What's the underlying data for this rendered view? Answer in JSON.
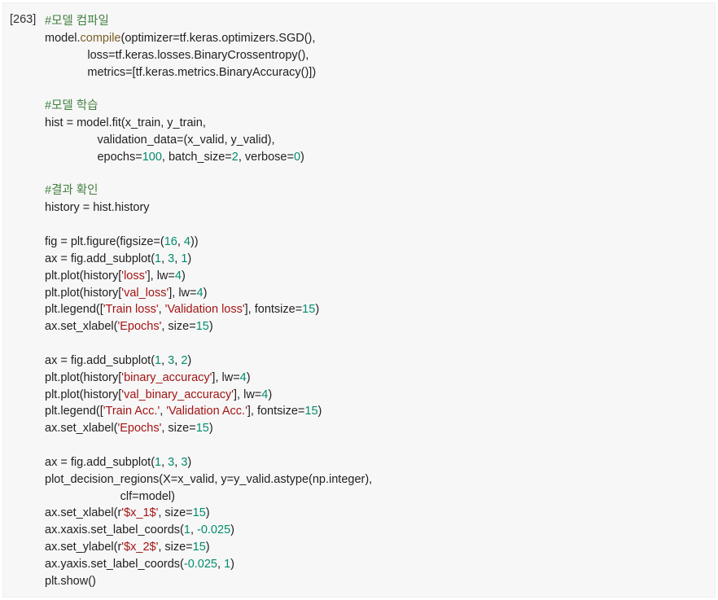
{
  "cell": {
    "prompt": "[263]",
    "lines": [
      [
        {
          "t": "#모델 컴파일",
          "k": "c"
        }
      ],
      [
        {
          "t": "model."
        },
        {
          "t": "compile",
          "k": "f"
        },
        {
          "t": "(optimizer=tf.keras.optimizers.SGD(),"
        }
      ],
      [
        {
          "t": "             loss=tf.keras.losses.BinaryCrossentropy(),"
        }
      ],
      [
        {
          "t": "             metrics=[tf.keras.metrics.BinaryAccuracy()])"
        }
      ],
      [],
      [
        {
          "t": "#모델 학습",
          "k": "c"
        }
      ],
      [
        {
          "t": "hist = model.fit(x_train, y_train,"
        }
      ],
      [
        {
          "t": "                validation_data=(x_valid, y_valid),"
        }
      ],
      [
        {
          "t": "                epochs="
        },
        {
          "t": "100",
          "k": "n"
        },
        {
          "t": ", batch_size="
        },
        {
          "t": "2",
          "k": "n"
        },
        {
          "t": ", verbose="
        },
        {
          "t": "0",
          "k": "n"
        },
        {
          "t": ")"
        }
      ],
      [],
      [
        {
          "t": "#결과 확인",
          "k": "c"
        }
      ],
      [
        {
          "t": "history = hist.history"
        }
      ],
      [],
      [
        {
          "t": "fig = plt.figure(figsize=("
        },
        {
          "t": "16",
          "k": "n"
        },
        {
          "t": ", "
        },
        {
          "t": "4",
          "k": "n"
        },
        {
          "t": "))"
        }
      ],
      [
        {
          "t": "ax = fig.add_subplot("
        },
        {
          "t": "1",
          "k": "n"
        },
        {
          "t": ", "
        },
        {
          "t": "3",
          "k": "n"
        },
        {
          "t": ", "
        },
        {
          "t": "1",
          "k": "n"
        },
        {
          "t": ")"
        }
      ],
      [
        {
          "t": "plt.plot(history["
        },
        {
          "t": "'loss'",
          "k": "s"
        },
        {
          "t": "], lw="
        },
        {
          "t": "4",
          "k": "n"
        },
        {
          "t": ")"
        }
      ],
      [
        {
          "t": "plt.plot(history["
        },
        {
          "t": "'val_loss'",
          "k": "s"
        },
        {
          "t": "], lw="
        },
        {
          "t": "4",
          "k": "n"
        },
        {
          "t": ")"
        }
      ],
      [
        {
          "t": "plt.legend(["
        },
        {
          "t": "'Train loss'",
          "k": "s"
        },
        {
          "t": ", "
        },
        {
          "t": "'Validation loss'",
          "k": "s"
        },
        {
          "t": "], fontsize="
        },
        {
          "t": "15",
          "k": "n"
        },
        {
          "t": ")"
        }
      ],
      [
        {
          "t": "ax.set_xlabel("
        },
        {
          "t": "'Epochs'",
          "k": "s"
        },
        {
          "t": ", size="
        },
        {
          "t": "15",
          "k": "n"
        },
        {
          "t": ")"
        }
      ],
      [],
      [
        {
          "t": "ax = fig.add_subplot("
        },
        {
          "t": "1",
          "k": "n"
        },
        {
          "t": ", "
        },
        {
          "t": "3",
          "k": "n"
        },
        {
          "t": ", "
        },
        {
          "t": "2",
          "k": "n"
        },
        {
          "t": ")"
        }
      ],
      [
        {
          "t": "plt.plot(history["
        },
        {
          "t": "'binary_accuracy'",
          "k": "s"
        },
        {
          "t": "], lw="
        },
        {
          "t": "4",
          "k": "n"
        },
        {
          "t": ")"
        }
      ],
      [
        {
          "t": "plt.plot(history["
        },
        {
          "t": "'val_binary_accuracy'",
          "k": "s"
        },
        {
          "t": "], lw="
        },
        {
          "t": "4",
          "k": "n"
        },
        {
          "t": ")"
        }
      ],
      [
        {
          "t": "plt.legend(["
        },
        {
          "t": "'Train Acc.'",
          "k": "s"
        },
        {
          "t": ", "
        },
        {
          "t": "'Validation Acc.'",
          "k": "s"
        },
        {
          "t": "], fontsize="
        },
        {
          "t": "15",
          "k": "n"
        },
        {
          "t": ")"
        }
      ],
      [
        {
          "t": "ax.set_xlabel("
        },
        {
          "t": "'Epochs'",
          "k": "s"
        },
        {
          "t": ", size="
        },
        {
          "t": "15",
          "k": "n"
        },
        {
          "t": ")"
        }
      ],
      [],
      [
        {
          "t": "ax = fig.add_subplot("
        },
        {
          "t": "1",
          "k": "n"
        },
        {
          "t": ", "
        },
        {
          "t": "3",
          "k": "n"
        },
        {
          "t": ", "
        },
        {
          "t": "3",
          "k": "n"
        },
        {
          "t": ")"
        }
      ],
      [
        {
          "t": "plot_decision_regions(X=x_valid, y=y_valid.astype(np.integer),"
        }
      ],
      [
        {
          "t": "                       clf=model)"
        }
      ],
      [
        {
          "t": "ax.set_xlabel(r"
        },
        {
          "t": "'$x_1$'",
          "k": "s"
        },
        {
          "t": ", size="
        },
        {
          "t": "15",
          "k": "n"
        },
        {
          "t": ")"
        }
      ],
      [
        {
          "t": "ax.xaxis.set_label_coords("
        },
        {
          "t": "1",
          "k": "n"
        },
        {
          "t": ", "
        },
        {
          "t": "-0.025",
          "k": "n"
        },
        {
          "t": ")"
        }
      ],
      [
        {
          "t": "ax.set_ylabel(r"
        },
        {
          "t": "'$x_2$'",
          "k": "s"
        },
        {
          "t": ", size="
        },
        {
          "t": "15",
          "k": "n"
        },
        {
          "t": ")"
        }
      ],
      [
        {
          "t": "ax.yaxis.set_label_coords("
        },
        {
          "t": "-0.025",
          "k": "n"
        },
        {
          "t": ", "
        },
        {
          "t": "1",
          "k": "n"
        },
        {
          "t": ")"
        }
      ],
      [
        {
          "t": "plt.show()"
        }
      ]
    ]
  },
  "colors": {
    "comment": "#408040",
    "number": "#008c6e",
    "string": "#a31515",
    "function": "#795e26",
    "text": "#212121",
    "cell_background": "#f7f7f7"
  }
}
